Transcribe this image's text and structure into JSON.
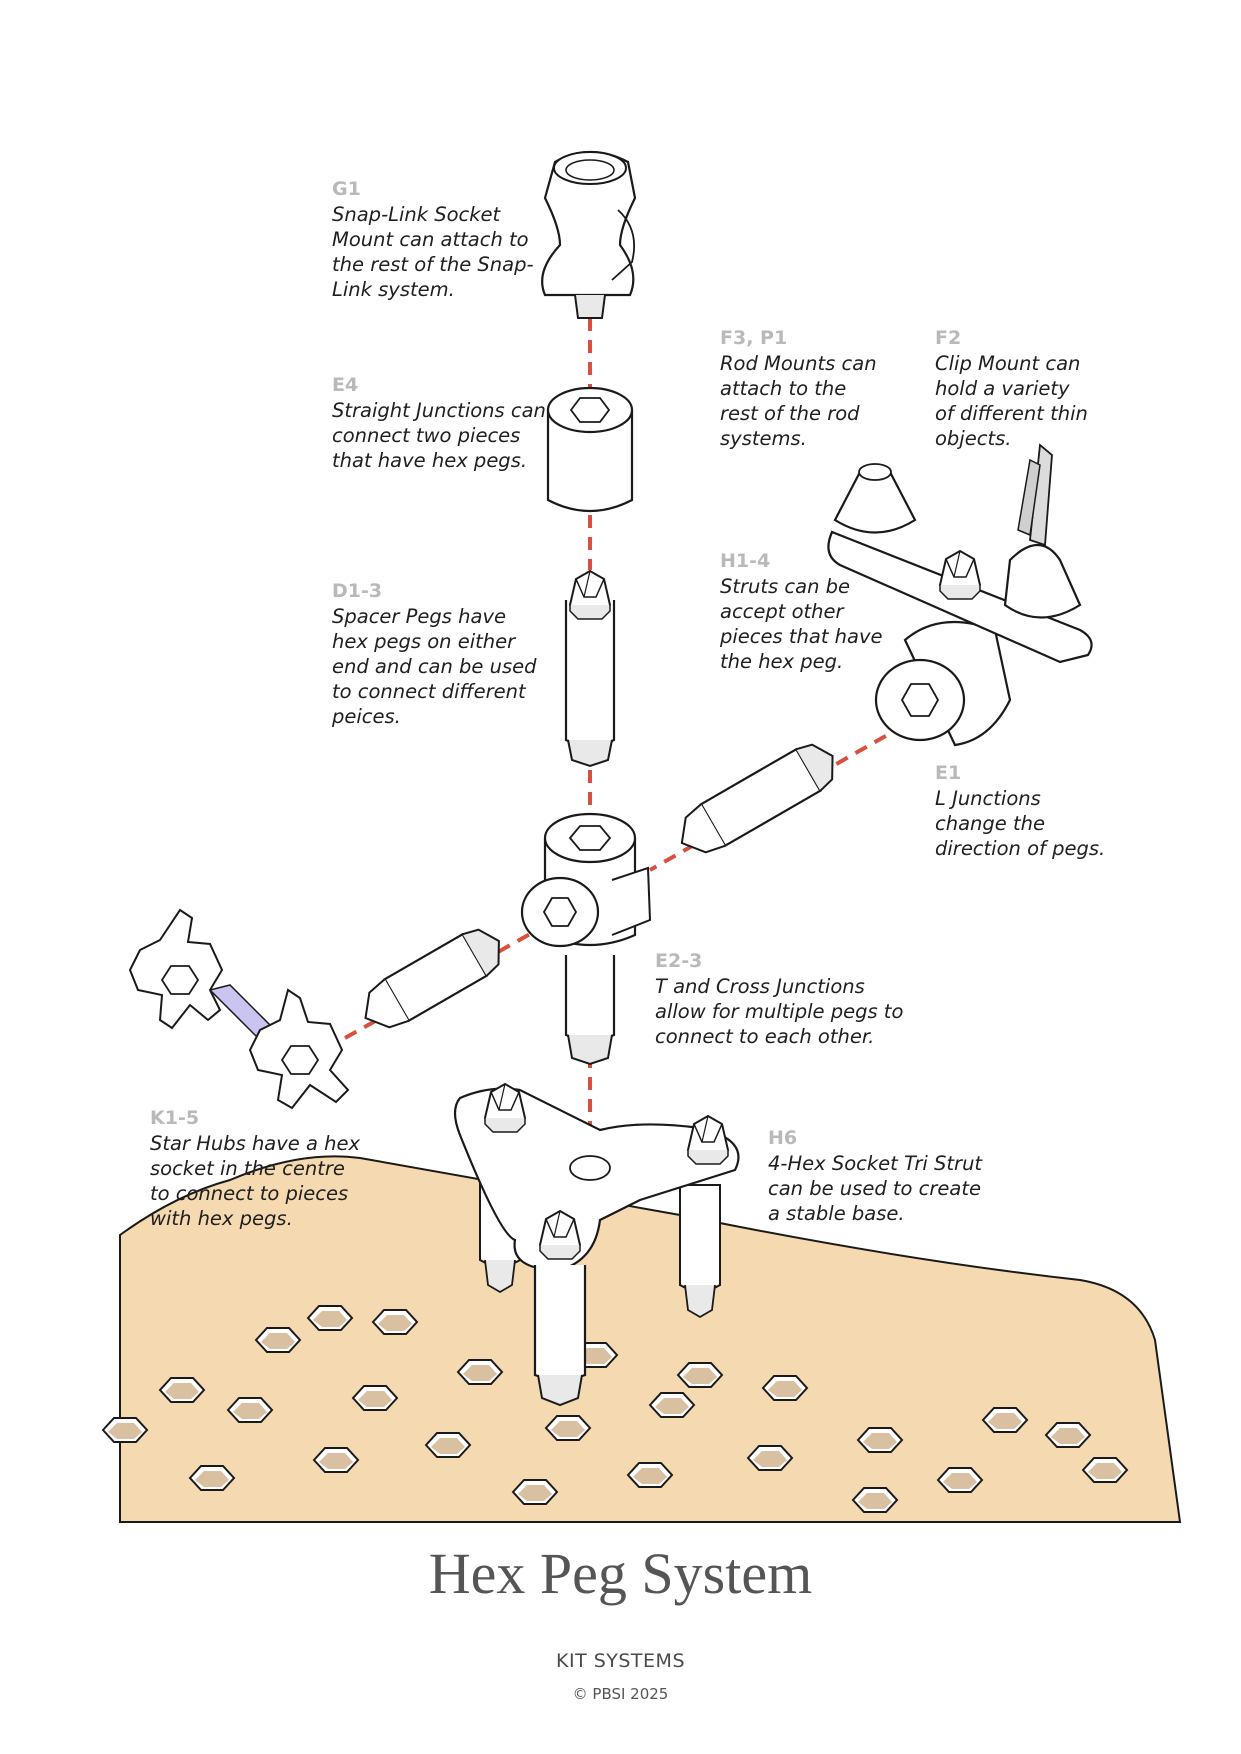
{
  "colors": {
    "board_fill": "#f5d9b1",
    "connector_dash": "#d9503f",
    "part_fill": "#ffffff",
    "part_stroke": "#1a1a1a",
    "label_code": "#b9b9b9",
    "hub_axle": "#c9c4f0"
  },
  "labels": [
    {
      "id": "g1",
      "code": "G1",
      "text": "Snap-Link Socket\nMount can attach to\nthe rest of the Snap-\nLink system."
    },
    {
      "id": "e4",
      "code": "E4",
      "text": "Straight Junctions can\nconnect two pieces\nthat have hex pegs."
    },
    {
      "id": "f3p1",
      "code": "F3, P1",
      "text": "Rod Mounts can\nattach to the\nrest of the rod\nsystems."
    },
    {
      "id": "f2",
      "code": "F2",
      "text": "Clip Mount can\nhold a variety\nof different thin\nobjects."
    },
    {
      "id": "d13",
      "code": "D1-3",
      "text": "Spacer Pegs have\nhex pegs on either\nend and can be used\nto connect different\npeices."
    },
    {
      "id": "h14",
      "code": "H1-4",
      "text": "Struts can be\naccept other\npieces that have\nthe hex peg."
    },
    {
      "id": "e1",
      "code": "E1",
      "text": "L Junctions\nchange the\ndirection of pegs."
    },
    {
      "id": "e23",
      "code": "E2-3",
      "text": "T and Cross Junctions\nallow for multiple pegs to\nconnect to each other."
    },
    {
      "id": "k15",
      "code": "K1-5",
      "text": "Star Hubs have a hex\nsocket in the centre\nto connect to pieces\nwith hex pegs."
    },
    {
      "id": "h6",
      "code": "H6",
      "text": "4-Hex Socket Tri Strut\ncan be used to create\na stable base."
    }
  ],
  "footer": {
    "title": "Hex Peg System",
    "subtitle": "KIT SYSTEMS",
    "copyright": "© PBSI 2025"
  }
}
